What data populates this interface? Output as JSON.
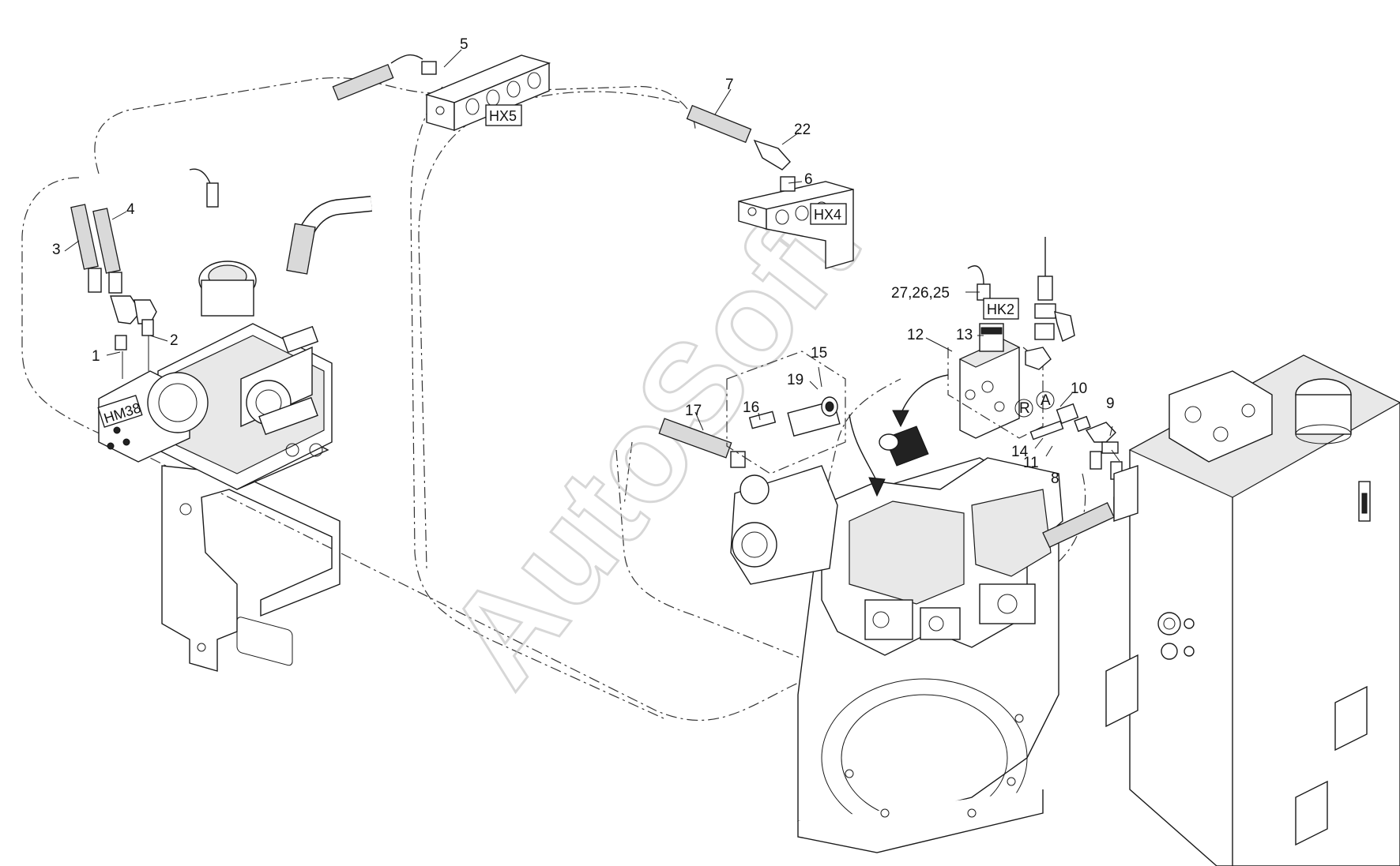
{
  "watermark": "AutoSoft",
  "tags": {
    "hm38": "HM38",
    "hx5": "HX5",
    "hx4": "HX4",
    "hk2": "HK2"
  },
  "port_letters": {
    "r": "R",
    "a": "A"
  },
  "callouts": {
    "c1": "1",
    "c2": "2",
    "c3": "3",
    "c4": "4",
    "c5": "5",
    "c6": "6",
    "c7": "7",
    "c8": "8",
    "c9": "9",
    "c10": "10",
    "c11": "11",
    "c12": "12",
    "c13": "13",
    "c14": "14",
    "c15": "15",
    "c16": "16",
    "c17": "17",
    "c19": "19",
    "c22": "22",
    "c25": "27,26,25"
  }
}
